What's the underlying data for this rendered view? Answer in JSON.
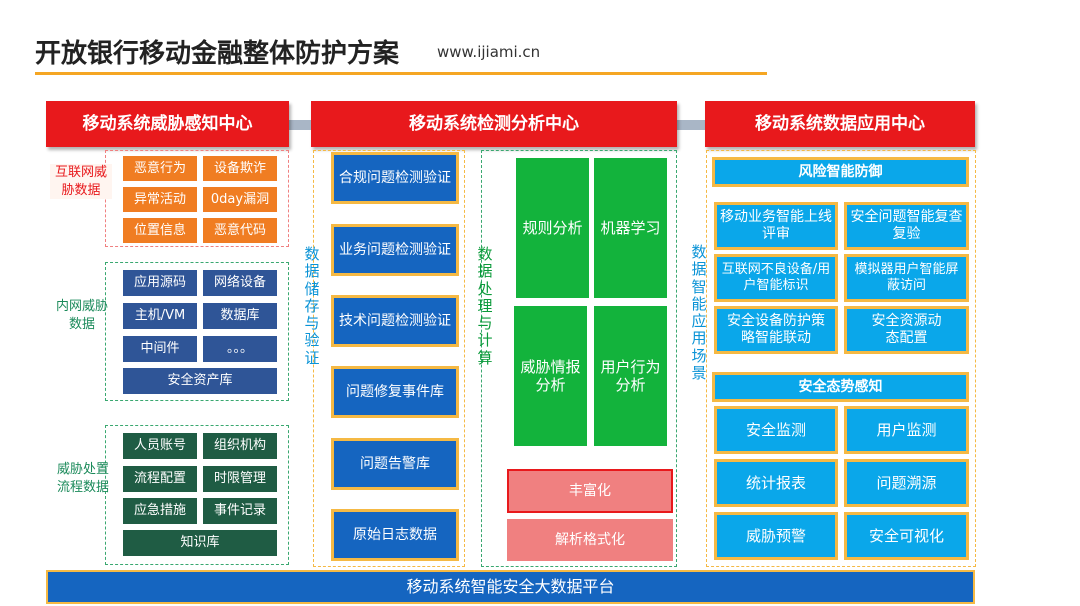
{
  "title": "开放银行移动金融整体防护方案",
  "url": "www.ijiami.cn",
  "headers": {
    "left": "移动系统威胁感知中心",
    "middle": "移动系统检测分析中心",
    "right": "移动系统数据应用中心"
  },
  "left": {
    "internet": {
      "label": "互联网威胁数据",
      "items": [
        "恶意行为",
        "设备欺诈",
        "异常活动",
        "0day漏洞",
        "位置信息",
        "恶意代码"
      ]
    },
    "intranet": {
      "label": "内网威胁数据",
      "items": [
        "应用源码",
        "网络设备",
        "主机/VM",
        "数据库",
        "中间件",
        "。。。"
      ],
      "wide": "安全资产库"
    },
    "process": {
      "label": "威胁处置流程数据",
      "items": [
        "人员账号",
        "组织机构",
        "流程配置",
        "时限管理",
        "应急措施",
        "事件记录"
      ],
      "wide": "知识库"
    }
  },
  "middle": {
    "storage_label": "数据储存与验证",
    "storage_items": [
      "合规问题检测验证",
      "业务问题检测验证",
      "技术问题检测验证",
      "问题修复事件库",
      "问题告警库",
      "原始日志数据"
    ],
    "compute_label": "数据处理与计算",
    "compute_items": [
      "规则分析",
      "机器学习",
      "威胁情报分析",
      "用户行为分析"
    ],
    "rich": "丰富化",
    "parse": "解析格式化"
  },
  "right": {
    "scene_label": "数据智能应用场景",
    "risk_header": "风险智能防御",
    "risk_items": [
      "移动业务智能上线评审",
      "安全问题智能复查复验",
      "互联网不良设备/用户智能标识",
      "模拟器用户智能屏蔽访问",
      "安全设备防护策略智能联动",
      "安全资源动态配置"
    ],
    "situation_header": "安全态势感知",
    "situation_items": [
      "安全监测",
      "用户监测",
      "统计报表",
      "问题溯源",
      "威胁预警",
      "安全可视化"
    ]
  },
  "platform": "移动系统智能安全大数据平台",
  "colors": {
    "red": "#e8191c",
    "orange": "#f07d22",
    "navy": "#2f5597",
    "dark_green": "#1f5c44",
    "blue": "#1565c0",
    "green": "#13b33c",
    "cyan": "#0aa7ea",
    "gold_border": "#f5b944"
  }
}
